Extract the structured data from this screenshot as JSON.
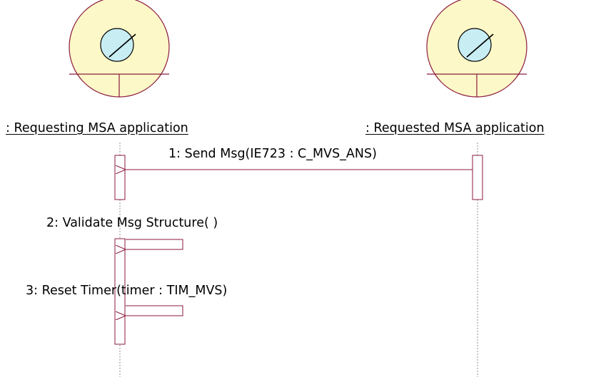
{
  "participants": [
    {
      "name": ": Requesting MSA application",
      "type": "entity"
    },
    {
      "name": ": Requested MSA application",
      "type": "entity"
    }
  ],
  "messages": [
    {
      "label": "1: Send Msg(IE723 : C_MVS_ANS)",
      "from": ": Requested MSA application",
      "to": ": Requesting MSA application"
    },
    {
      "label": "2: Validate Msg Structure( )",
      "from": ": Requesting MSA application",
      "to": ": Requesting MSA application"
    },
    {
      "label": "3: Reset Timer(timer : TIM_MVS)",
      "from": ": Requesting MSA application",
      "to": ": Requesting MSA application"
    }
  ],
  "colors": {
    "entity_fill": "#fdf8c8",
    "entity_stroke": "#8b1a3c",
    "lens_fill": "#c8eef4",
    "line": "#8b1a3c",
    "lifeline": "#909090"
  }
}
